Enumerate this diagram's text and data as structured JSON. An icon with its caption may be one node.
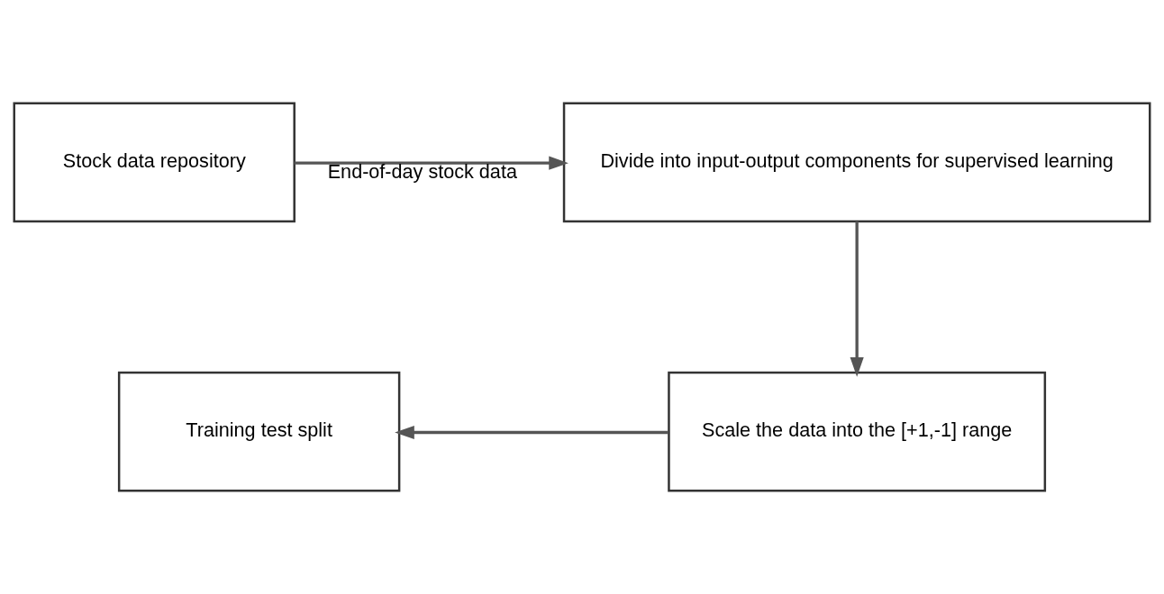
{
  "diagram": {
    "nodes": [
      {
        "text": [
          "Stock data repository"
        ]
      },
      {
        "text": [
          "Divide into input-output components for supervised learning"
        ]
      },
      {
        "text": [
          "Scale the data into the [+1,-1] range"
        ]
      },
      {
        "text": [
          "Training test split"
        ]
      }
    ],
    "edges": [
      {
        "from": 0,
        "to": 1,
        "arrow": "to",
        "label": "End-of-day stock data"
      },
      {
        "from": 1,
        "to": 2,
        "arrow": "to"
      },
      {
        "from": 2,
        "to": 3,
        "arrow": "to"
      }
    ]
  }
}
